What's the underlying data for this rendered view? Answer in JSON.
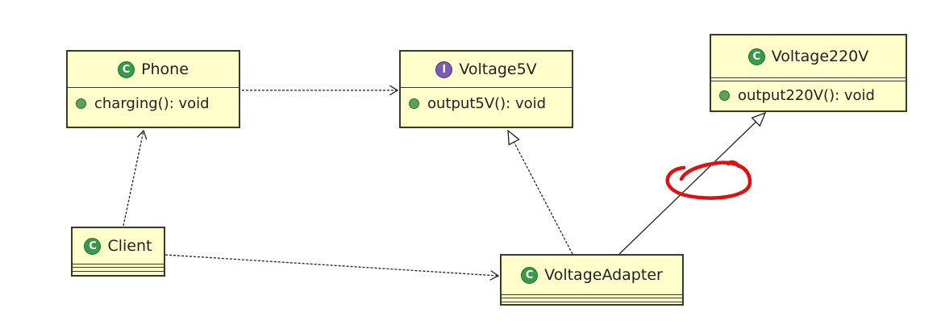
{
  "diagram": {
    "classes": [
      {
        "id": "phone",
        "name": "Phone",
        "stereotype": "C",
        "methods": [
          "charging(): void"
        ]
      },
      {
        "id": "voltage5v",
        "name": "Voltage5V",
        "stereotype": "I",
        "methods": [
          "output5V(): void"
        ]
      },
      {
        "id": "voltage220v",
        "name": "Voltage220V",
        "stereotype": "C",
        "methods": [
          "output220V(): void"
        ]
      },
      {
        "id": "client",
        "name": "Client",
        "stereotype": "C",
        "methods": []
      },
      {
        "id": "adapter",
        "name": "VoltageAdapter",
        "stereotype": "C",
        "methods": []
      }
    ],
    "relations": [
      {
        "from": "Phone",
        "to": "Voltage5V",
        "kind": "dependency"
      },
      {
        "from": "Client",
        "to": "Phone",
        "kind": "dependency"
      },
      {
        "from": "Client",
        "to": "VoltageAdapter",
        "kind": "dependency"
      },
      {
        "from": "VoltageAdapter",
        "to": "Voltage5V",
        "kind": "realization"
      },
      {
        "from": "VoltageAdapter",
        "to": "Voltage220V",
        "kind": "inheritance"
      }
    ],
    "annotation": {
      "kind": "hand-drawn circle",
      "color": "#e01010"
    },
    "colors": {
      "box_fill": "#ffffcc",
      "class_badge": "#3a9a4c",
      "interface_badge": "#7b5cb0"
    }
  }
}
